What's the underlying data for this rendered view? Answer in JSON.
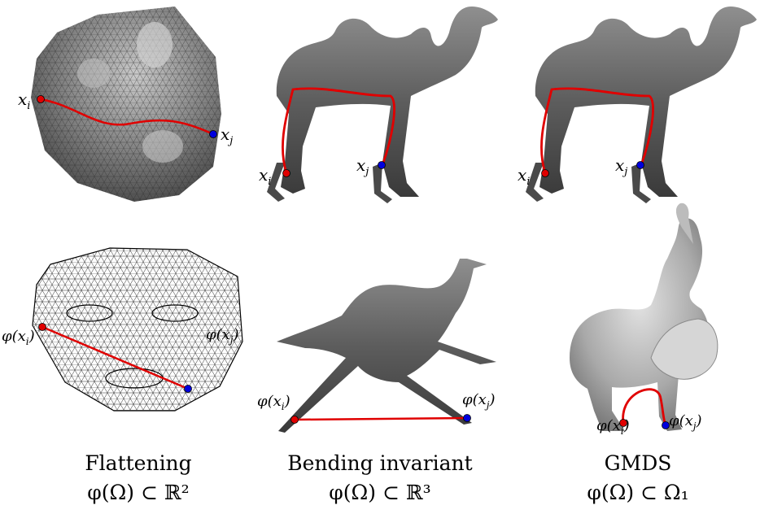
{
  "panels": {
    "face3d": {
      "label_i": "x",
      "sub_i": "i",
      "label_j": "x",
      "sub_j": "j"
    },
    "camel_a": {
      "label_i": "x",
      "sub_i": "i",
      "label_j": "x",
      "sub_j": "j"
    },
    "camel_b": {
      "label_i": "x",
      "sub_i": "i",
      "label_j": "x",
      "sub_j": "j"
    },
    "flat": {
      "label_i": "φ(x",
      "label_i_sub": "i",
      "label_j": "φ(x",
      "label_j_sub": "j"
    },
    "bend": {
      "label_i": "φ(x",
      "label_i_sub": "i",
      "label_j": "φ(x",
      "label_j_sub": "j"
    },
    "gmds": {
      "label_i": "φ(x",
      "label_i_sub": "i",
      "label_j": "φ(x",
      "label_j_sub": "j"
    }
  },
  "captions": [
    {
      "title": "Flattening",
      "math": "φ(Ω) ⊂ ℝ²"
    },
    {
      "title": "Bending invariant",
      "math": "φ(Ω) ⊂ ℝ³"
    },
    {
      "title": "GMDS",
      "math": "φ(Ω) ⊂ Ω₁"
    }
  ],
  "colors": {
    "path": "#e00000",
    "point_i": "#e00000",
    "point_j": "#0000dd",
    "surface": "#5a5a5a",
    "mesh": "#000000"
  }
}
